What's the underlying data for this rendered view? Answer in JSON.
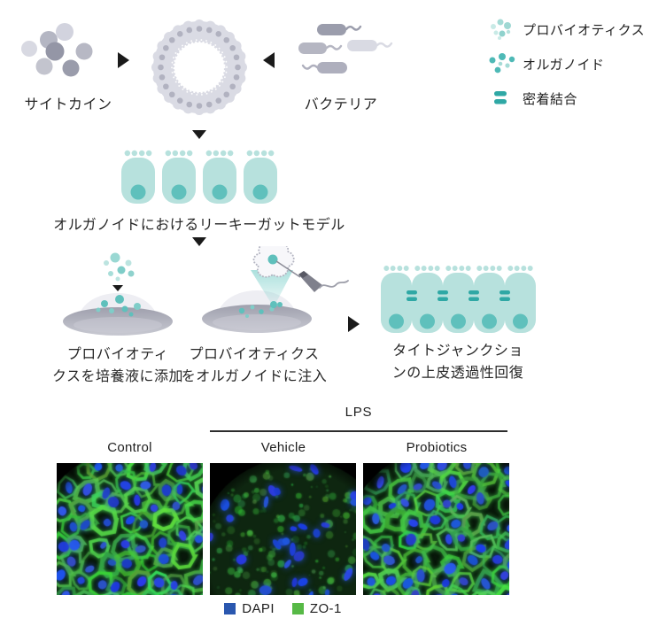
{
  "colors": {
    "teal_cell": "#b7e1dd",
    "teal_nucleus": "#5fc0bc",
    "teal_junction": "#2fa8a5",
    "gray_light": "#dadbe4",
    "gray_mid": "#b4b5c2",
    "gray_dark": "#9496a6",
    "arrow": "#1a1a1a"
  },
  "top": {
    "cytokines_label": "サイトカイン",
    "bacteria_label": "バクテリア"
  },
  "legend": {
    "items": [
      {
        "icon": "probiotics-dots-icon",
        "label": "プロバイオティクス"
      },
      {
        "icon": "organoid-dots-icon",
        "label": "オルガノイド"
      },
      {
        "icon": "tight-junction-icon",
        "label": "密着結合"
      }
    ]
  },
  "model": {
    "label": "オルガノイドにおけるリーキーガットモデル"
  },
  "steps": {
    "add": {
      "line1": "プロバイオティ",
      "line2": "クスを培養液に添加"
    },
    "inject": {
      "line1": "プロバイオティクス",
      "line2": "をオルガノイドに注入"
    },
    "recover": {
      "line1": "タイトジャンクショ",
      "line2": "ンの上皮透過性回復"
    }
  },
  "figure": {
    "group_label": "LPS",
    "panels": [
      {
        "label": "Control",
        "zo1_pattern": "intact",
        "seed": 7
      },
      {
        "label": "Vehicle",
        "zo1_pattern": "disrupted",
        "seed": 13
      },
      {
        "label": "Probiotics",
        "zo1_pattern": "intact",
        "seed": 29
      }
    ],
    "stains": [
      {
        "name": "DAPI",
        "color": "#2a57af"
      },
      {
        "name": "ZO-1",
        "color": "#57b946"
      }
    ]
  }
}
